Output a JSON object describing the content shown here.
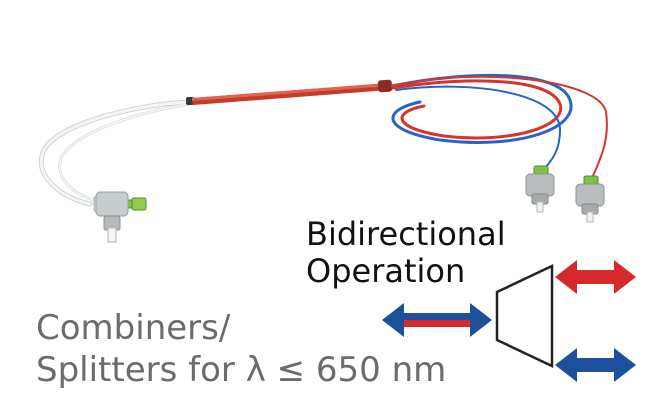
{
  "captions": {
    "bidirectional_line1": "Bidirectional",
    "bidirectional_line2": "Operation",
    "product_line1": "Combiners/",
    "product_line2": "Splitters for λ ≤ 650 nm"
  },
  "colors": {
    "arrow_red": "#d42a2e",
    "arrow_blue": "#1c4f9c",
    "body_red": "#c63a2a",
    "fiber_white": "#e9ecec",
    "connector_green": "#7cc243",
    "connector_silver": "#b4b8b9",
    "caption_dark": "#111111",
    "caption_gray": "#6b6b6b"
  },
  "icons": [
    "fiber-coupler-photo",
    "white-fiber-connector",
    "green-fiber-connector-left",
    "green-fiber-connector-right",
    "red-bidirectional-arrow",
    "blue-red-bidirectional-arrow",
    "blue-bidirectional-arrow",
    "trapezoid-coupler-symbol"
  ]
}
